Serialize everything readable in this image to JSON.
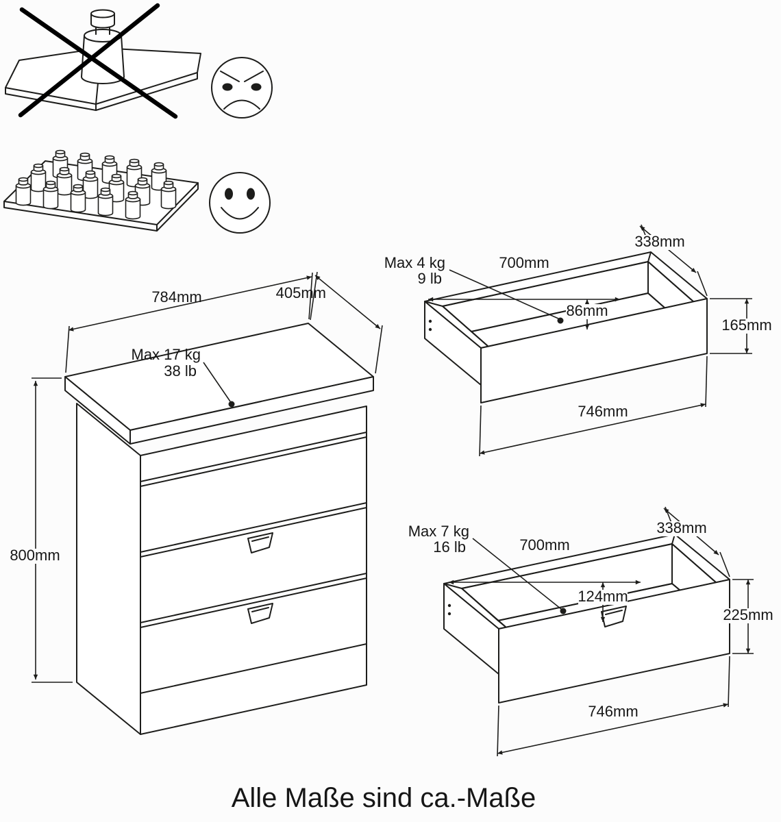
{
  "page": {
    "background": "#fcfcfc",
    "line_color": "#1d1d1b",
    "footer_note": "Alle Maße sind ca.-Maße"
  },
  "load_examples": {
    "bad_icon": "angry-face",
    "good_icon": "smiley-face"
  },
  "dresser": {
    "width": "784mm",
    "depth": "405mm",
    "height": "800mm",
    "max_load_kg": "Max 17 kg",
    "max_load_lb": "38 lb"
  },
  "top_drawer": {
    "max_load_kg": "Max 4 kg",
    "max_load_lb": "9 lb",
    "inner_width": "700mm",
    "depth": "338mm",
    "inner_height": "86mm",
    "front_height": "165mm",
    "outer_width": "746mm"
  },
  "bottom_drawer": {
    "max_load_kg": "Max 7 kg",
    "max_load_lb": "16 lb",
    "inner_width": "700mm",
    "depth": "338mm",
    "inner_height": "124mm",
    "front_height": "225mm",
    "outer_width": "746mm"
  }
}
